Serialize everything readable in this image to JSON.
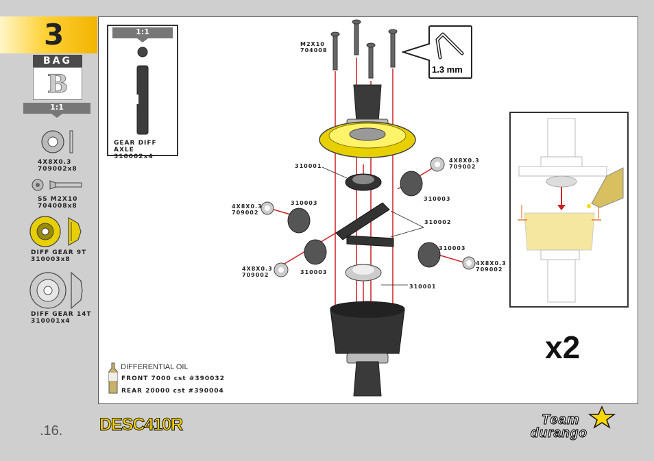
{
  "step": {
    "number": "3"
  },
  "bag": {
    "label": "BAG",
    "letter": "B",
    "scale": "1:1"
  },
  "parts_list": [
    {
      "size": "4X8X0.3",
      "code": "709002x8"
    },
    {
      "size": "SS M2X10",
      "code": "704008x8"
    },
    {
      "size": "DIFF GEAR 9T",
      "code": "310003x8"
    },
    {
      "size": "DIFF GEAR 14T",
      "code": "310001x4"
    }
  ],
  "inset": {
    "scale": "1:1",
    "name": "GEAR DIFF AXLE",
    "code": "310002x4"
  },
  "screws": {
    "size": "M2X10",
    "code": "704008"
  },
  "tool": {
    "size": "1.3 mm",
    "icon": "hex-key-icon"
  },
  "callouts": {
    "gear_14t_top": "310001",
    "gear_14t_bottom": "310001",
    "gear_9t_a": "310003",
    "gear_9t_b": "310003",
    "gear_9t_c": "310003",
    "gear_9t_d": "310003",
    "axle": "310002",
    "shim_size": "4X8X0.3",
    "shim_code": "709002"
  },
  "multiplier": "x2",
  "oil": {
    "title": "DIFFERENTIAL OIL",
    "front": "FRONT 7000 cst #390032",
    "rear": "REAR 20000 cst #390004"
  },
  "footer": {
    "page": ".16.",
    "product_logo": "DESC410R",
    "brand_logo_top": "Team",
    "brand_logo_bottom": "durango"
  },
  "colors": {
    "accent_yellow": "#ffd23a",
    "gear_yellow": "#e8d000",
    "guide_red": "#cc1f24",
    "oil_orange": "#e87722"
  }
}
